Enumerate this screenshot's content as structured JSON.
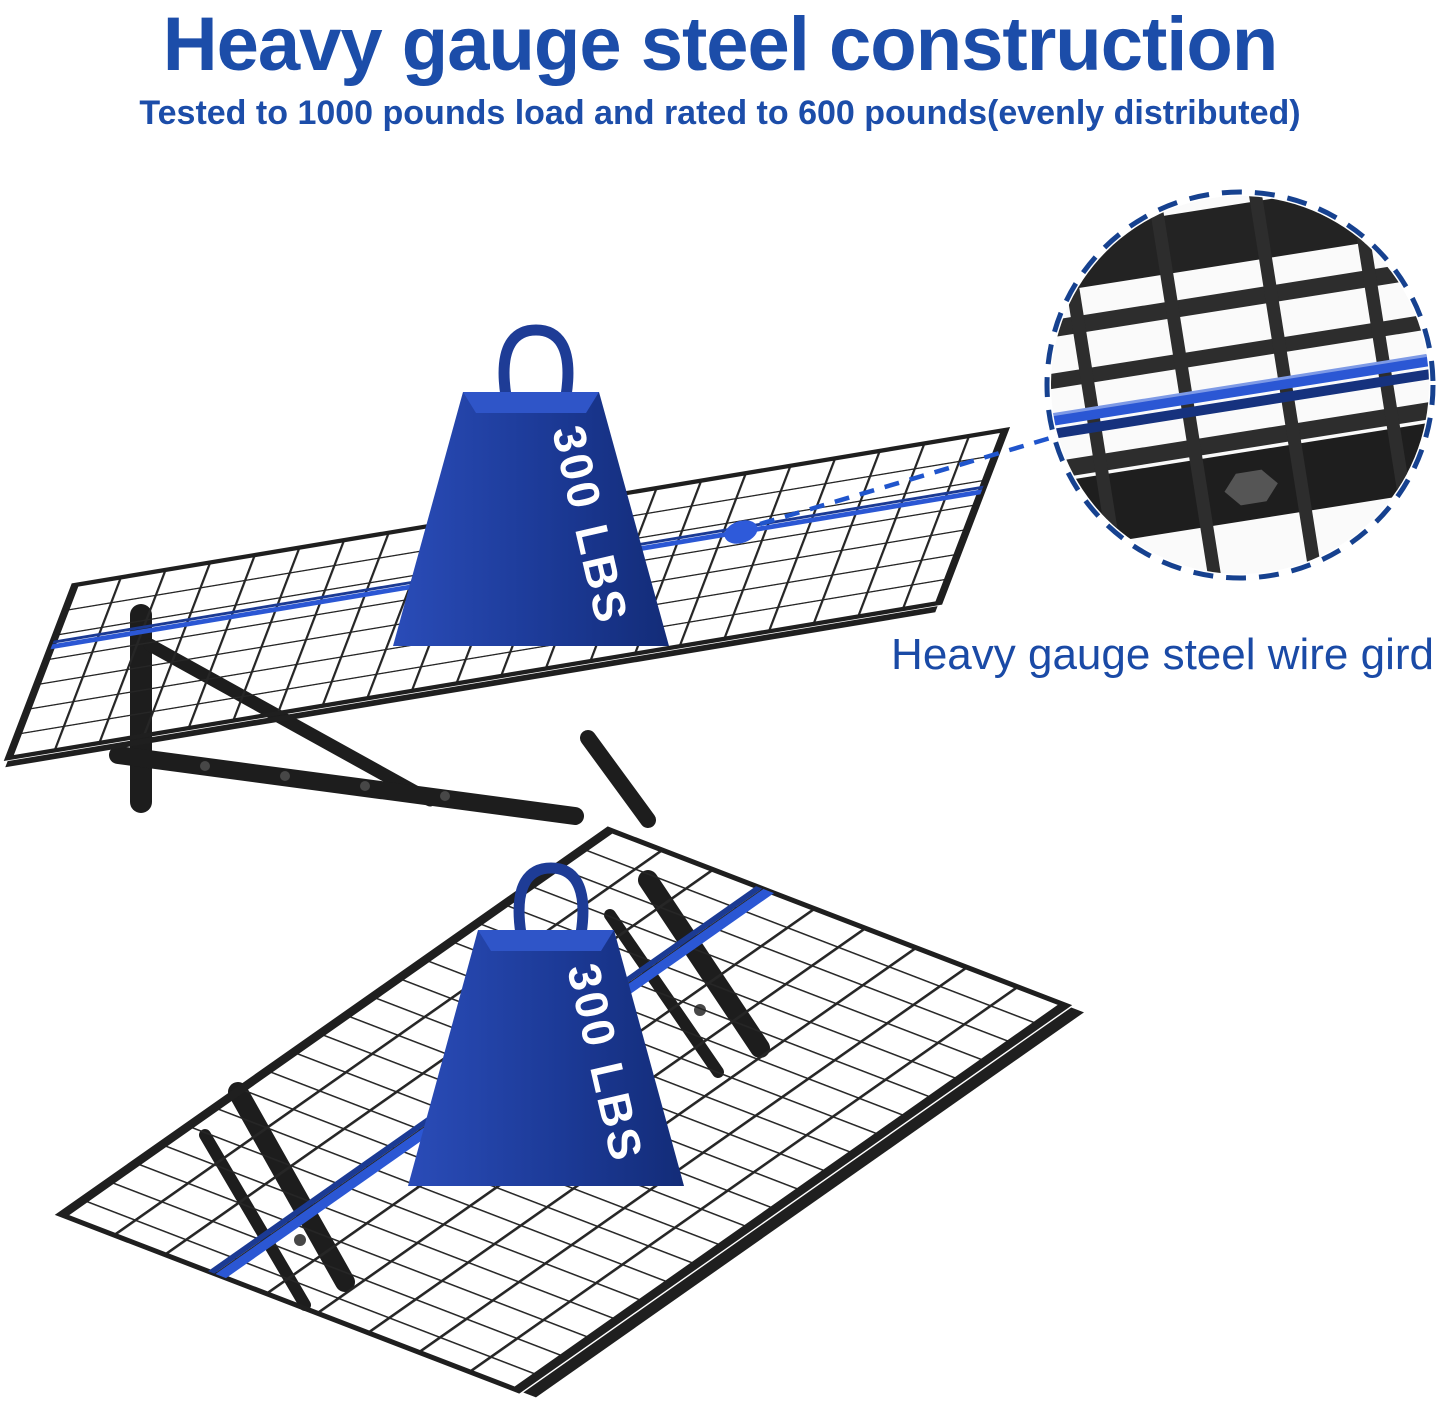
{
  "header": {
    "title": "Heavy gauge steel construction",
    "subtitle": "Tested to 1000 pounds load and rated to 600 pounds(evenly distributed)"
  },
  "callout": {
    "label": "Heavy gauge steel wire gird"
  },
  "weights": [
    {
      "location": "upper-shelf",
      "label": "300 LBS"
    },
    {
      "location": "lower-shelf",
      "label": "300 LBS"
    }
  ],
  "colors": {
    "heading_blue": "#1c4da9",
    "callout_blue": "#1a4aa6",
    "weight_blue": "#1e3c96",
    "highlight_wire_blue": "#2b57d4",
    "wire_black": "#262626"
  }
}
